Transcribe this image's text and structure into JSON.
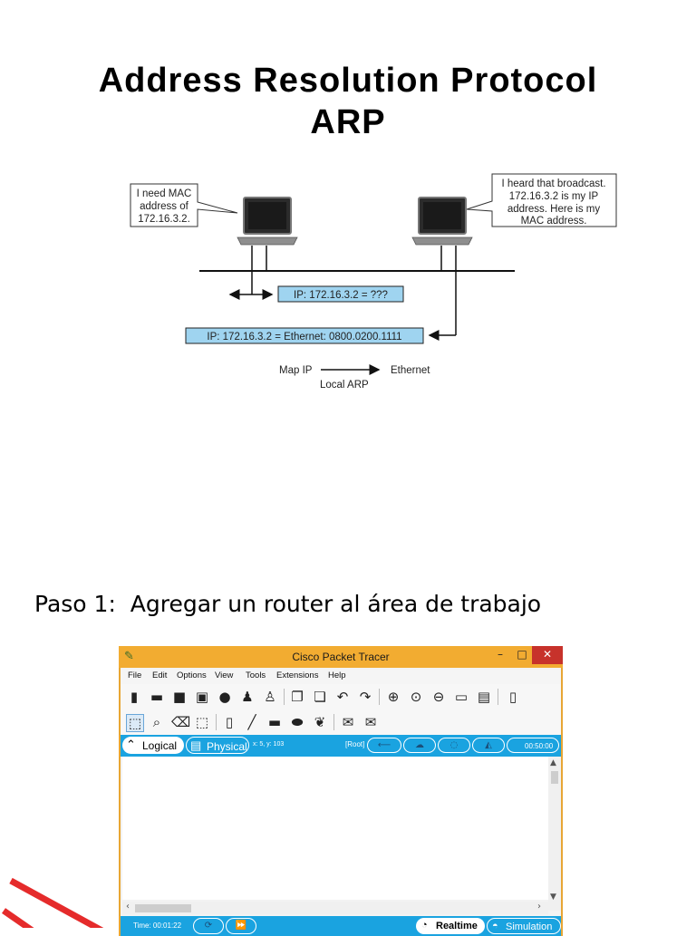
{
  "slide": {
    "title_line1": "Address Resolution Protocol",
    "title_line2": "ARP",
    "step_text": "Paso 1:  Agregar un router al área de trabajo"
  },
  "diagram": {
    "left_callout": [
      "I need MAC",
      "address of",
      "172.16.3.2."
    ],
    "right_callout": [
      "I heard that broadcast.",
      "172.16.3.2 is my IP",
      "address. Here is my",
      "MAC address."
    ],
    "request_box": "IP: 172.16.3.2 = ???",
    "reply_box": "IP: 172.16.3.2 = Ethernet: 0800.0200.1111",
    "map_ip": "Map IP",
    "ethernet": "Ethernet",
    "local_arp": "Local ARP",
    "box_color": "#9fd4f0"
  },
  "app": {
    "title": "Cisco Packet Tracer",
    "controls": {
      "minimize": "–",
      "maximize": "□",
      "close": "✕"
    },
    "menu": [
      "File",
      "Edit",
      "Options",
      "View",
      "Tools",
      "Extensions",
      "Help"
    ],
    "tab_logical": "Logical",
    "tab_physical": "Physical",
    "coords": "x: 5, y: 103",
    "root": "[Root]",
    "timer": "00:50:00",
    "status_time": "Time: 00:01:22",
    "realtime": "Realtime",
    "simulation": "Simulation",
    "accent_color": "#1aa3e0",
    "titlebar_color": "#f2ac31"
  }
}
